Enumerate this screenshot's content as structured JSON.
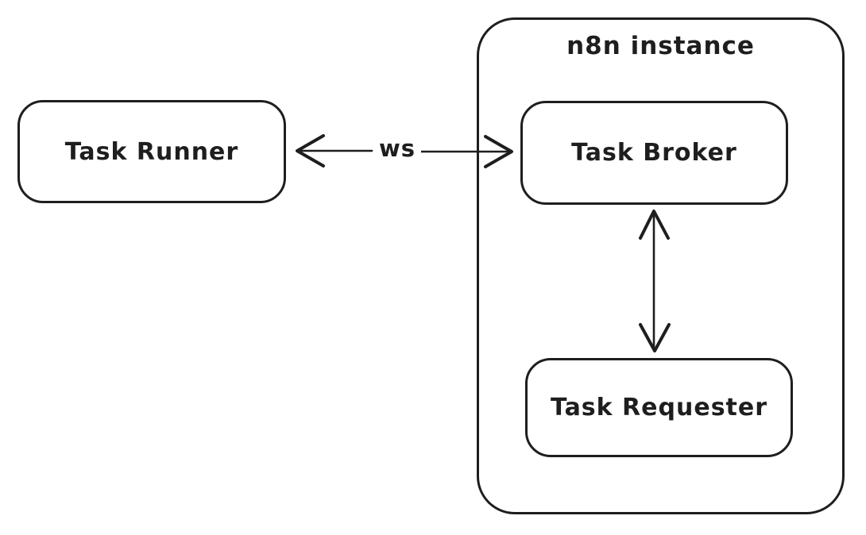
{
  "diagram": {
    "container": {
      "label": "n8n instance"
    },
    "nodes": {
      "task_runner": {
        "label": "Task Runner"
      },
      "task_broker": {
        "label": "Task Broker"
      },
      "task_requester": {
        "label": "Task Requester"
      }
    },
    "edges": {
      "runner_broker": {
        "label": "ws",
        "type": "bidirectional-arrow",
        "from": "task_runner",
        "to": "task_broker"
      },
      "broker_requester": {
        "label": "",
        "type": "bidirectional-arrow",
        "from": "task_broker",
        "to": "task_requester"
      }
    },
    "colors": {
      "stroke": "#1e1e1e",
      "background": "#ffffff"
    }
  }
}
